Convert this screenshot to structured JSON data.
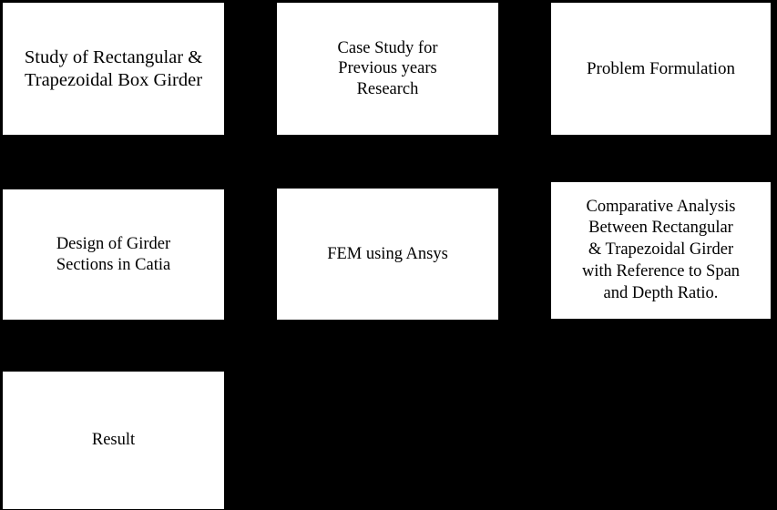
{
  "diagram": {
    "type": "flowchart",
    "background_color": "#000000",
    "box_fill_color": "#ffffff",
    "box_border_color": "#000000",
    "text_color": "#000000",
    "columns": 3,
    "rows": 3,
    "boxes": [
      {
        "id": "study-rect-trap",
        "row": 1,
        "column": 1,
        "text": "Study of Rectangular &\nTrapezoidal Box Girder"
      },
      {
        "id": "case-study",
        "row": 1,
        "column": 2,
        "text": "Case Study for\nPrevious years\nResearch"
      },
      {
        "id": "problem-formulation",
        "row": 1,
        "column": 3,
        "text": "Problem Formulation"
      },
      {
        "id": "design-catia",
        "row": 2,
        "column": 1,
        "text": "Design of Girder\nSections in Catia"
      },
      {
        "id": "fem-ansys",
        "row": 2,
        "column": 2,
        "text": "FEM using Ansys"
      },
      {
        "id": "comparative-analysis",
        "row": 2,
        "column": 3,
        "text": "Comparative Analysis\nBetween Rectangular\n& Trapezoidal Girder\nwith Reference to Span\nand Depth Ratio."
      },
      {
        "id": "result",
        "row": 3,
        "column": 1,
        "text": "Result"
      }
    ]
  }
}
